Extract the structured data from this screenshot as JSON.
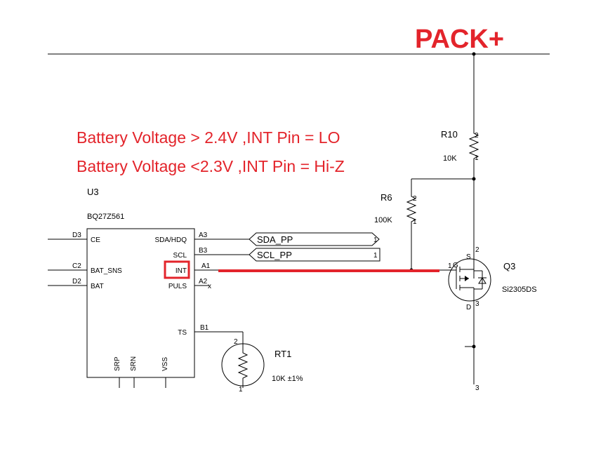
{
  "title": "PACK+",
  "notes": [
    "Battery Voltage > 2.4V ,INT Pin = LO",
    "Battery Voltage <2.3V ,INT Pin = Hi-Z"
  ],
  "u3": {
    "ref": "U3",
    "part": "BQ27Z561",
    "pins_left": [
      {
        "num": "D3",
        "name": "CE"
      },
      {
        "num": "C2",
        "name": "BAT_SNS"
      },
      {
        "num": "D2",
        "name": "BAT"
      }
    ],
    "pins_right": [
      {
        "num": "A3",
        "name": "SDA/HDQ"
      },
      {
        "num": "B3",
        "name": "SCL"
      },
      {
        "num": "A1",
        "name": "INT"
      },
      {
        "num": "A2",
        "name": "PULS"
      },
      {
        "num": "B1",
        "name": "TS"
      }
    ],
    "pins_bottom": [
      "SRP",
      "SRN",
      "VSS"
    ],
    "nc_mark": "x"
  },
  "nets": {
    "sda": {
      "name": "SDA_PP",
      "page": "1"
    },
    "scl": {
      "name": "SCL_PP",
      "page": "1"
    }
  },
  "r10": {
    "ref": "R10",
    "value": "10K",
    "pin_top": "2",
    "pin_bottom": "1"
  },
  "r6": {
    "ref": "R6",
    "value": "100K",
    "pin_top": "2",
    "pin_bottom": "1"
  },
  "q3": {
    "ref": "Q3",
    "part": "Si2305DS",
    "pin_g": "1",
    "pin_s": "2",
    "pin_d": "3",
    "label_g": "G",
    "label_s": "S",
    "label_d": "D"
  },
  "rt1": {
    "ref": "RT1",
    "value": "10K ±1%",
    "pin_top": "2",
    "pin_bottom": "1"
  },
  "misc": {
    "bottom_pin": "3"
  },
  "colors": {
    "highlight": "#e3242b",
    "wire": "#000000"
  }
}
